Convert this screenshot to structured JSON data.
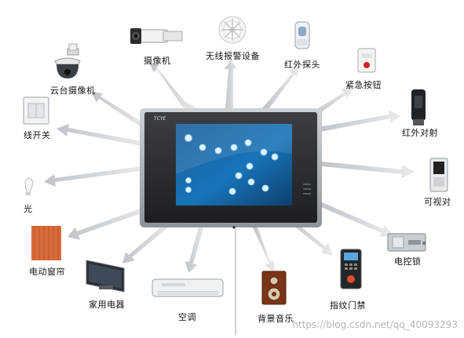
{
  "diagram": {
    "nodes": [
      {
        "id": "camera",
        "label": "摄像机",
        "icon": "camera-icon"
      },
      {
        "id": "wireless-alarm",
        "label": "无线报警设备",
        "icon": "wireless-alarm-icon"
      },
      {
        "id": "ir-probe",
        "label": "红外探头",
        "icon": "ir-probe-icon"
      },
      {
        "id": "emergency-button",
        "label": "紧急按钮",
        "icon": "emergency-button-icon"
      },
      {
        "id": "ptz-camera",
        "label": "云台摄像机",
        "icon": "dome-camera-icon"
      },
      {
        "id": "ir-beam",
        "label": "红外对射",
        "icon": "ir-beam-icon"
      },
      {
        "id": "wire-switch",
        "label": "线开关",
        "icon": "wall-switch-icon"
      },
      {
        "id": "intercom",
        "label": "可视对",
        "icon": "video-intercom-icon"
      },
      {
        "id": "light",
        "label": "光",
        "icon": "light-icon"
      },
      {
        "id": "curtain",
        "label": "电动窗帘",
        "icon": "curtain-icon"
      },
      {
        "id": "electric-lock",
        "label": "电控锁",
        "icon": "electric-lock-icon"
      },
      {
        "id": "appliances",
        "label": "家用电器",
        "icon": "tv-icon"
      },
      {
        "id": "ac",
        "label": "空调",
        "icon": "air-conditioner-icon"
      },
      {
        "id": "speaker",
        "label": "背景音乐",
        "icon": "speaker-icon"
      },
      {
        "id": "fingerprint",
        "label": "指纹门禁",
        "icon": "fingerprint-icon"
      }
    ],
    "center": {
      "icon": "touch-panel-icon",
      "brand": "TCYE"
    },
    "watermark": "https://blog.csdn.net/qq_40093293"
  }
}
